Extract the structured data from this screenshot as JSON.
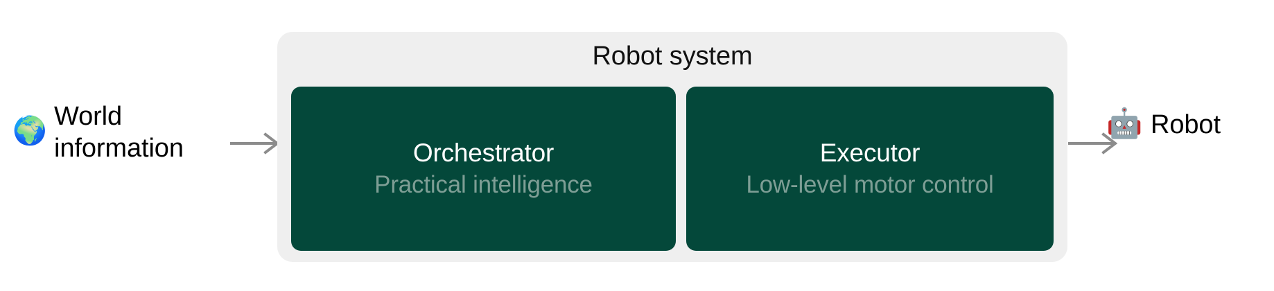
{
  "diagram": {
    "title": "Robot system",
    "background_color": "#FFFFFF",
    "panel_color": "#EFEFEF",
    "card_color": "#04483A",
    "accent_text_color": "#7E9E95",
    "arrow_color": "#8C8C8C"
  },
  "input_node": {
    "icon": "globe-emoji",
    "icon_glyph": "🌍",
    "label": "World\ninformation"
  },
  "arrows": {
    "input_arrow": "arrow-right-icon",
    "output_arrow": "arrow-right-icon"
  },
  "system": {
    "title": "Robot system",
    "modules": [
      {
        "name": "Orchestrator",
        "description": "Practical intelligence"
      },
      {
        "name": "Executor",
        "description": "Low-level motor control"
      }
    ]
  },
  "output_node": {
    "icon": "robot-emoji",
    "icon_glyph": "🤖",
    "label": "Robot"
  }
}
